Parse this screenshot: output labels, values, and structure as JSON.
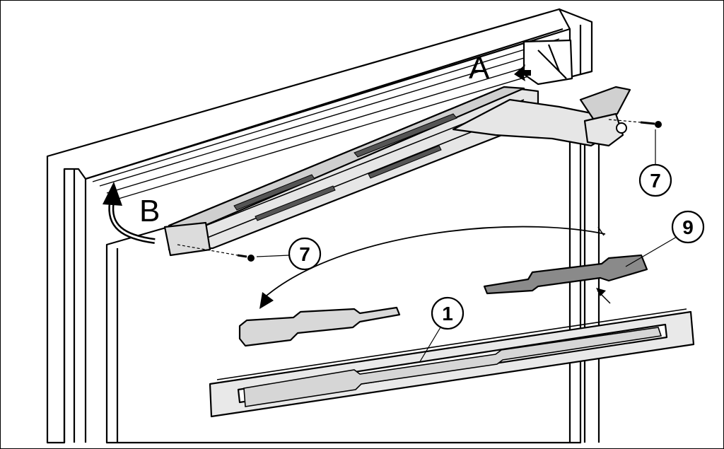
{
  "diagram": {
    "step_labels": [
      {
        "id": "A",
        "text": "A"
      },
      {
        "id": "B",
        "text": "B"
      }
    ],
    "callouts": [
      {
        "id": "7-right",
        "text": "7"
      },
      {
        "id": "7-left",
        "text": "7"
      },
      {
        "id": "9",
        "text": "9"
      },
      {
        "id": "1",
        "text": "1"
      }
    ]
  }
}
